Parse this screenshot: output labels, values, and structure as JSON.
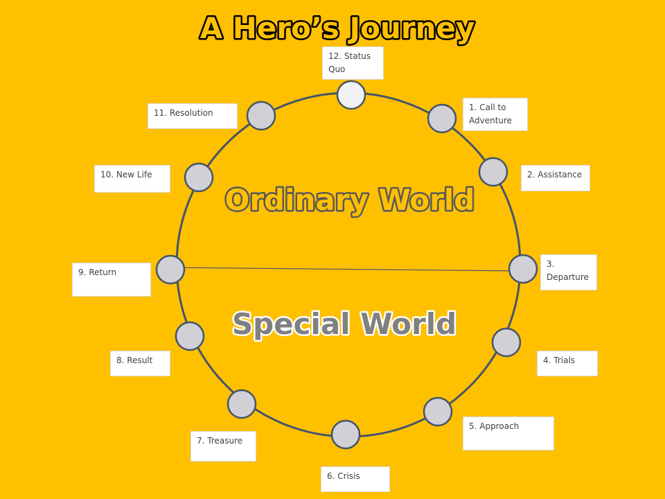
{
  "title": "A Hero’s Journey",
  "region_top": "Ordinary World",
  "region_bottom": "Special World",
  "colors": {
    "background": "#FFC000",
    "circle_stroke": "#44546A",
    "node_fill": "#D0D0D5",
    "node_fill_highlight": "#F2F2F4",
    "title_fill": "#FFC000",
    "title_stroke": "#000000",
    "region_top_fill": "#FFC000",
    "region_top_stroke": "#595959",
    "region_bottom_fill": "#808080",
    "region_bottom_stroke": "#FFFFFF"
  },
  "stages": [
    {
      "label": "12. Status\nQuo",
      "highlight": true
    },
    {
      "label": "1. Call to\nAdventure"
    },
    {
      "label": "2.  Assistance"
    },
    {
      "label": "3.\nDeparture"
    },
    {
      "label": "4.  Trials"
    },
    {
      "label": "5.  Approach"
    },
    {
      "label": "6.  Crisis"
    },
    {
      "label": "7.  Treasure"
    },
    {
      "label": "8. Result"
    },
    {
      "label": "9.  Return"
    },
    {
      "label": "10.  New Life"
    },
    {
      "label": "11.  Resolution"
    }
  ]
}
